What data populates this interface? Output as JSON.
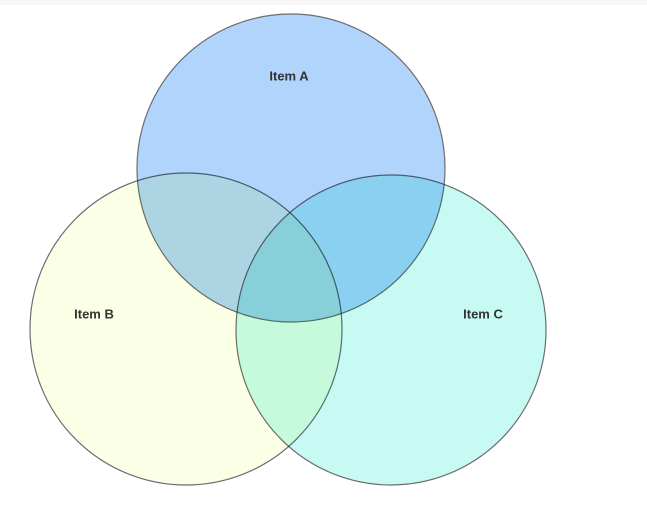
{
  "diagram": {
    "type": "venn",
    "sets": [
      {
        "id": "a",
        "label": "Item A",
        "color": "#b0d4fc"
      },
      {
        "id": "b",
        "label": "Item B",
        "color": "#fbffe6"
      },
      {
        "id": "c",
        "label": "Item C",
        "color": "#c8faf4"
      }
    ]
  }
}
